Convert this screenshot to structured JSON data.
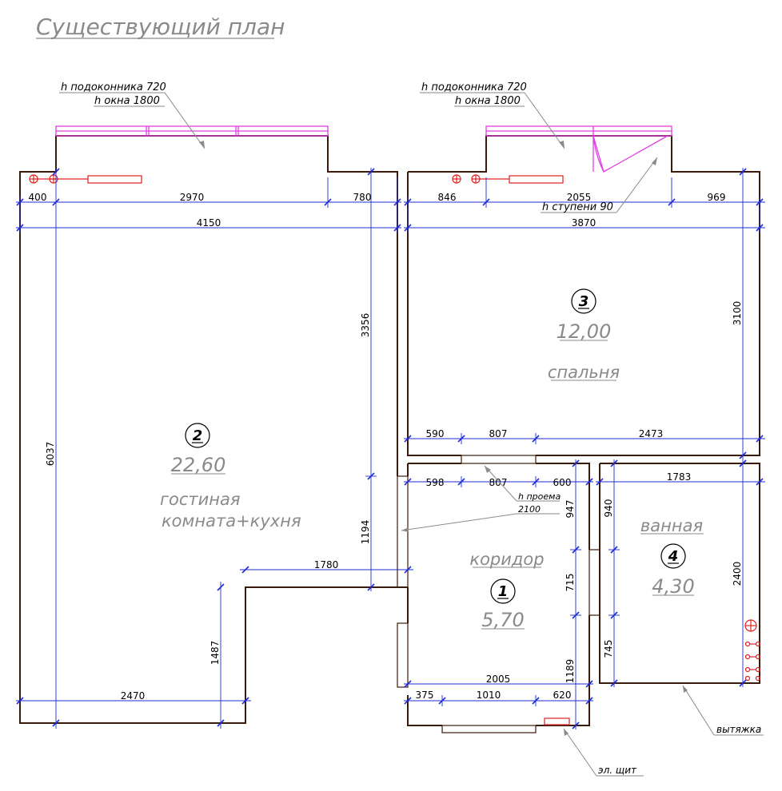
{
  "title": "Существующий план",
  "callouts": {
    "left_window_sill": "h подоконника 720",
    "left_window_height": "h окна 1800",
    "right_window_sill": "h подоконника 720",
    "right_window_height": "h окна 1800",
    "step": "h ступени 90",
    "opening_h": "h проема",
    "opening_val": "2100",
    "exhaust": "вытяжка",
    "panel": "эл. щит"
  },
  "rooms": [
    {
      "number": "1",
      "area": "5,70",
      "name": "коридор"
    },
    {
      "number": "2",
      "area": "22,60",
      "name": "гостиная",
      "name2": "комната+кухня"
    },
    {
      "number": "3",
      "area": "12,00",
      "name": "спальня"
    },
    {
      "number": "4",
      "area": "4,30",
      "name": "ванная"
    }
  ],
  "dimensions": {
    "d400": "400",
    "d2970": "2970",
    "d780": "780",
    "d4150": "4150",
    "d846": "846",
    "d2055": "2055",
    "d969": "969",
    "d3870": "3870",
    "d3356": "3356",
    "d6037": "6037",
    "d3100": "3100",
    "d590": "590",
    "d807a": "807",
    "d2473": "2473",
    "d598": "598",
    "d807b": "807",
    "d600": "600",
    "d947": "947",
    "d940": "940",
    "d1783": "1783",
    "d1194": "1194",
    "d1780": "1780",
    "d715": "715",
    "d2400": "2400",
    "d1487": "1487",
    "d745": "745",
    "d1189": "1189",
    "d2470": "2470",
    "d2005": "2005",
    "d375": "375",
    "d1010": "1010",
    "d620": "620"
  },
  "colors": {
    "wall": "#3a1a0a",
    "dimension": "#1f2bd6",
    "window": "#e040e0",
    "fixture": "#e02020",
    "leader": "#9a9a9a",
    "label": "#8a8a8a"
  }
}
